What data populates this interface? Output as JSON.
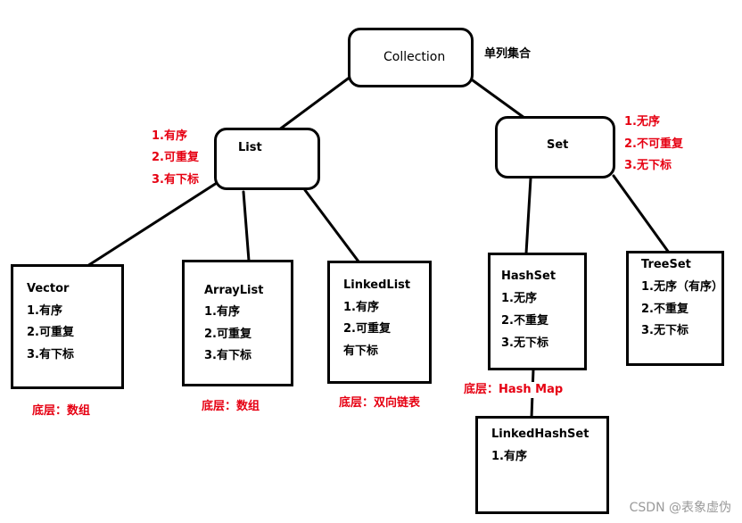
{
  "diagram": {
    "collection": {
      "title": "Collection",
      "note": "单列集合"
    },
    "list": {
      "title": "List",
      "notes": [
        "1.有序",
        "2.可重复",
        "3.有下标"
      ]
    },
    "set": {
      "title": "Set",
      "notes": [
        "1.无序",
        "2.不可重复",
        "3.无下标"
      ]
    },
    "vector": {
      "title": "Vector",
      "props": [
        "1.有序",
        "2.可重复",
        "3.有下标"
      ],
      "bottom": "底层：数组"
    },
    "arraylist": {
      "title": "ArrayList",
      "props": [
        "1.有序",
        "2.可重复",
        "3.有下标"
      ],
      "bottom": "底层：数组"
    },
    "linkedlist": {
      "title": "LinkedList",
      "props": [
        "1.有序",
        "2.可重复",
        "有下标"
      ],
      "bottom": "底层：双向链表"
    },
    "hashset": {
      "title": "HashSet",
      "props": [
        "1.无序",
        "2.不重复",
        "3.无下标"
      ],
      "bottom": "底层：Hash Map"
    },
    "treeset": {
      "title": "TreeSet",
      "props": [
        "1.无序（有序）",
        "2.不重复",
        "3.无下标"
      ]
    },
    "linkedhashset": {
      "title": "LinkedHashSet",
      "props": [
        "1.有序"
      ]
    }
  },
  "watermark": "CSDN @表象虚伪"
}
